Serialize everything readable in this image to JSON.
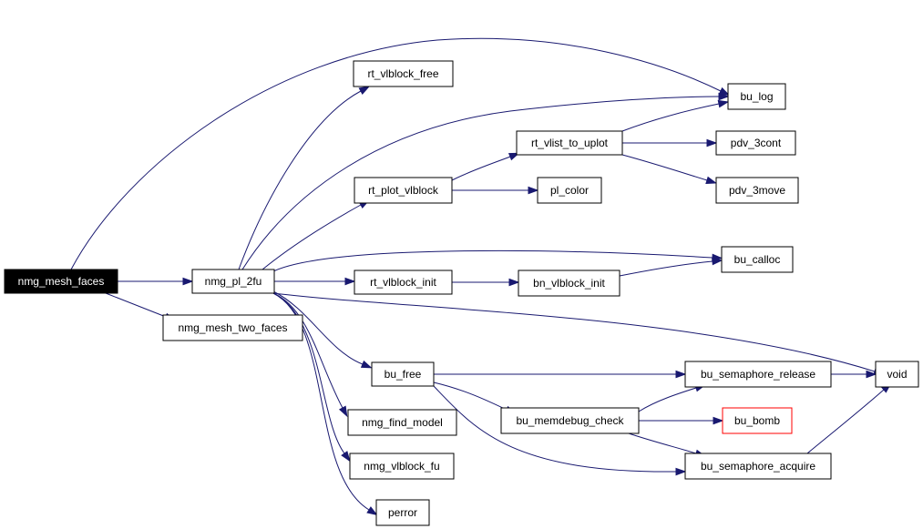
{
  "diagram": {
    "type": "call-graph",
    "edge_color": "#191970",
    "nodes": [
      {
        "id": "nmg_mesh_faces",
        "label": "nmg_mesh_faces",
        "style": "root"
      },
      {
        "id": "nmg_pl_2fu",
        "label": "nmg_pl_2fu"
      },
      {
        "id": "nmg_mesh_two_faces",
        "label": "nmg_mesh_two_faces"
      },
      {
        "id": "rt_vlblock_free",
        "label": "rt_vlblock_free"
      },
      {
        "id": "bu_log",
        "label": "bu_log"
      },
      {
        "id": "rt_vlist_to_uplot",
        "label": "rt_vlist_to_uplot"
      },
      {
        "id": "pdv_3cont",
        "label": "pdv_3cont"
      },
      {
        "id": "rt_plot_vlblock",
        "label": "rt_plot_vlblock"
      },
      {
        "id": "pl_color",
        "label": "pl_color"
      },
      {
        "id": "pdv_3move",
        "label": "pdv_3move"
      },
      {
        "id": "bu_calloc",
        "label": "bu_calloc"
      },
      {
        "id": "rt_vlblock_init",
        "label": "rt_vlblock_init"
      },
      {
        "id": "bn_vlblock_init",
        "label": "bn_vlblock_init"
      },
      {
        "id": "void",
        "label": "void"
      },
      {
        "id": "bu_free",
        "label": "bu_free"
      },
      {
        "id": "bu_semaphore_release",
        "label": "bu_semaphore_release"
      },
      {
        "id": "nmg_find_model",
        "label": "nmg_find_model"
      },
      {
        "id": "bu_memdebug_check",
        "label": "bu_memdebug_check"
      },
      {
        "id": "bu_bomb",
        "label": "bu_bomb",
        "style": "red"
      },
      {
        "id": "nmg_vlblock_fu",
        "label": "nmg_vlblock_fu"
      },
      {
        "id": "bu_semaphore_acquire",
        "label": "bu_semaphore_acquire"
      },
      {
        "id": "perror",
        "label": "perror"
      }
    ],
    "edges": [
      {
        "from": "nmg_mesh_faces",
        "to": "nmg_pl_2fu"
      },
      {
        "from": "nmg_mesh_faces",
        "to": "nmg_mesh_two_faces"
      },
      {
        "from": "nmg_mesh_faces",
        "to": "bu_log"
      },
      {
        "from": "nmg_pl_2fu",
        "to": "rt_vlblock_free"
      },
      {
        "from": "nmg_pl_2fu",
        "to": "bu_log"
      },
      {
        "from": "nmg_pl_2fu",
        "to": "rt_plot_vlblock"
      },
      {
        "from": "nmg_pl_2fu",
        "to": "bu_calloc"
      },
      {
        "from": "nmg_pl_2fu",
        "to": "rt_vlblock_init"
      },
      {
        "from": "nmg_pl_2fu",
        "to": "void"
      },
      {
        "from": "nmg_pl_2fu",
        "to": "bu_free"
      },
      {
        "from": "nmg_pl_2fu",
        "to": "nmg_find_model"
      },
      {
        "from": "nmg_pl_2fu",
        "to": "nmg_vlblock_fu"
      },
      {
        "from": "nmg_pl_2fu",
        "to": "perror"
      },
      {
        "from": "rt_plot_vlblock",
        "to": "rt_vlist_to_uplot"
      },
      {
        "from": "rt_plot_vlblock",
        "to": "pl_color"
      },
      {
        "from": "rt_vlist_to_uplot",
        "to": "bu_log"
      },
      {
        "from": "rt_vlist_to_uplot",
        "to": "pdv_3cont"
      },
      {
        "from": "rt_vlist_to_uplot",
        "to": "pdv_3move"
      },
      {
        "from": "rt_vlblock_init",
        "to": "bn_vlblock_init"
      },
      {
        "from": "bn_vlblock_init",
        "to": "bu_calloc"
      },
      {
        "from": "bu_free",
        "to": "bu_semaphore_release"
      },
      {
        "from": "bu_free",
        "to": "bu_memdebug_check"
      },
      {
        "from": "bu_free",
        "to": "bu_semaphore_acquire"
      },
      {
        "from": "bu_memdebug_check",
        "to": "bu_semaphore_release"
      },
      {
        "from": "bu_memdebug_check",
        "to": "bu_bomb"
      },
      {
        "from": "bu_memdebug_check",
        "to": "bu_semaphore_acquire"
      },
      {
        "from": "bu_semaphore_release",
        "to": "void"
      },
      {
        "from": "bu_semaphore_acquire",
        "to": "void"
      }
    ]
  }
}
